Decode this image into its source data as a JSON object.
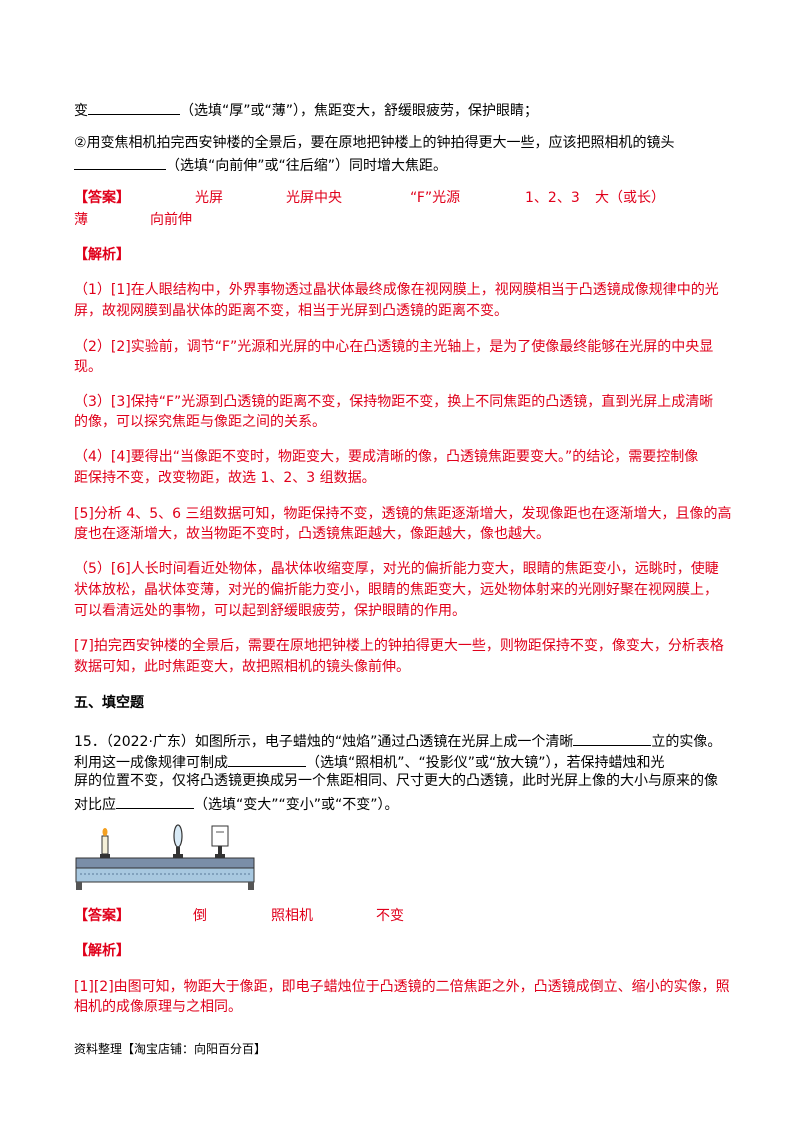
{
  "top": {
    "l1_pre": "变",
    "l1_post": "（选填“厚”或“薄”），焦距变大，舒缓眼疲劳，保护眼睛；",
    "l2": "②用变焦相机拍完西安钟楼的全景后，要在原地把钟楼上的钟拍得更大一些，应该把照相机的镜头",
    "l3_post": "（选填“向前伸”或“往后缩”）同时增大焦距。"
  },
  "answer1": {
    "label": "【答案】",
    "items": [
      "光屏",
      "光屏中央",
      "“F”光源",
      "1、2、3",
      "大（或长）",
      "薄",
      "向前伸"
    ]
  },
  "analysis1": {
    "label": "【解析】",
    "lines": [
      "（1）[1]在人眼结构中，外界事物透过晶状体最终成像在视网膜上，视网膜相当于凸透镜成像规律中的光",
      "屏，故视网膜到晶状体的距离不变，相当于光屏到凸透镜的距离不变。",
      "（2）[2]实验前，调节“F”光源和光屏的中心在凸透镜的主光轴上，是为了使像最终能够在光屏的中央显",
      "现。",
      "（3）[3]保持“F”光源到凸透镜的距离不变，保持物距不变，换上不同焦距的凸透镜，直到光屏上成清晰",
      "的像，可以探究焦距与像距之间的关系。",
      "（4）[4]要得出“当像距不变时，物距变大，要成清晰的像，凸透镜焦距要变大。”的结论，需要控制像",
      "距保持不变，改变物距，故选 1、2、3 组数据。",
      "[5]分析 4、5、6 三组数据可知，物距保持不变，透镜的焦距逐渐增大，发现像距也在逐渐增大，且像的高",
      "度也在逐渐增大，故当物距不变时，凸透镜焦距越大，像距越大，像也越大。",
      "（5）[6]人长时间看近处物体，晶状体收缩变厚，对光的偏折能力变大，眼睛的焦距变小，远眺时，使睫",
      "状体放松，晶状体变薄，对光的偏折能力变小，眼睛的焦距变大，远处物体射来的光刚好聚在视网膜上，",
      "可以看清远处的事物，可以起到舒缓眼疲劳，保护眼睛的作用。",
      "[7]拍完西安钟楼的全景后，需要在原地把钟楼上的钟拍得更大一些，则物距保持不变，像变大，分析表格",
      "数据可知，此时焦距变大，故把照相机的镜头像前伸。"
    ]
  },
  "section_title": "五、填空题",
  "q15": {
    "l1_pre": "15．（2022·广东）如图所示，电子蜡烛的“烛焰”通过凸透镜在光屏上成一个清晰",
    "l1_post": "立的实像。",
    "l2_pre": "利用这一成像规律可制成",
    "l2_post": "（选填“照相机”、“投影仪”或“放大镜”），若保持蜡烛和光",
    "l3": "屏的位置不变，仅将凸透镜更换成另一个焦距相同、尺寸更大的凸透镜，此时光屏上像的大小与原来的像",
    "l4_pre": "对比应",
    "l4_post": "（选填“变大”“变小”或“不变”）。"
  },
  "figure": {
    "description_icon": "optical-bench-icon"
  },
  "answer2": {
    "label": "【答案】",
    "items": [
      "倒",
      "照相机",
      "不变"
    ]
  },
  "analysis2": {
    "label": "【解析】",
    "lines": [
      "[1][2]由图可知，物距大于像距，即电子蜡烛位于凸透镜的二倍焦距之外，凸透镜成倒立、缩小的实像，照",
      "相机的成像原理与之相同。"
    ]
  },
  "footer": "资料整理【淘宝店铺：向阳百分百】",
  "colors": {
    "answer_red": "#e0001b"
  }
}
